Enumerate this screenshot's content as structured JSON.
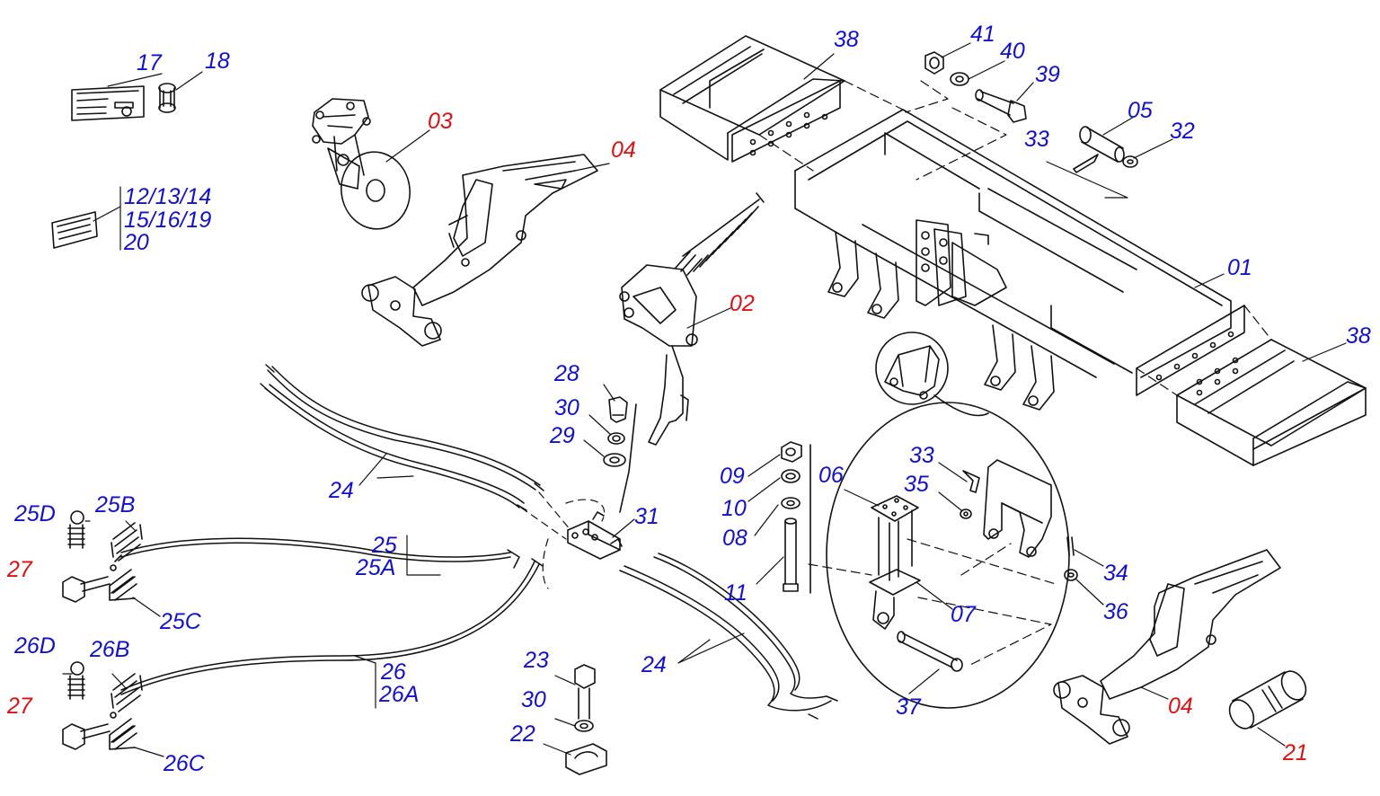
{
  "colors": {
    "blue": "#1111cc",
    "red": "#dd1111",
    "ink": "#111111"
  },
  "labels": [
    {
      "id": "17",
      "text": "17",
      "c": "blue"
    },
    {
      "id": "18",
      "text": "18",
      "c": "blue"
    },
    {
      "id": "03",
      "text": "03",
      "c": "red"
    },
    {
      "id": "04a",
      "text": "04",
      "c": "red"
    },
    {
      "id": "12",
      "text": "12/13/14",
      "c": "blue"
    },
    {
      "id": "15",
      "text": "15/16/19",
      "c": "blue"
    },
    {
      "id": "20",
      "text": "20",
      "c": "blue"
    },
    {
      "id": "38a",
      "text": "38",
      "c": "blue"
    },
    {
      "id": "41",
      "text": "41",
      "c": "blue"
    },
    {
      "id": "40",
      "text": "40",
      "c": "blue"
    },
    {
      "id": "39",
      "text": "39",
      "c": "blue"
    },
    {
      "id": "05",
      "text": "05",
      "c": "blue"
    },
    {
      "id": "32",
      "text": "32",
      "c": "blue"
    },
    {
      "id": "33a",
      "text": "33",
      "c": "blue"
    },
    {
      "id": "01",
      "text": "01",
      "c": "blue"
    },
    {
      "id": "38b",
      "text": "38",
      "c": "blue"
    },
    {
      "id": "02",
      "text": "02",
      "c": "red"
    },
    {
      "id": "28",
      "text": "28",
      "c": "blue"
    },
    {
      "id": "30a",
      "text": "30",
      "c": "blue"
    },
    {
      "id": "29",
      "text": "29",
      "c": "blue"
    },
    {
      "id": "24a",
      "text": "24",
      "c": "blue"
    },
    {
      "id": "31",
      "text": "31",
      "c": "blue"
    },
    {
      "id": "25",
      "text": "25",
      "c": "blue"
    },
    {
      "id": "25A",
      "text": "25A",
      "c": "blue"
    },
    {
      "id": "25D",
      "text": "25D",
      "c": "blue"
    },
    {
      "id": "25B",
      "text": "25B",
      "c": "blue"
    },
    {
      "id": "27a",
      "text": "27",
      "c": "red"
    },
    {
      "id": "25C",
      "text": "25C",
      "c": "blue"
    },
    {
      "id": "26D",
      "text": "26D",
      "c": "blue"
    },
    {
      "id": "26B",
      "text": "26B",
      "c": "blue"
    },
    {
      "id": "27b",
      "text": "27",
      "c": "red"
    },
    {
      "id": "26C",
      "text": "26C",
      "c": "blue"
    },
    {
      "id": "26",
      "text": "26",
      "c": "blue"
    },
    {
      "id": "26A",
      "text": "26A",
      "c": "blue"
    },
    {
      "id": "24b",
      "text": "24",
      "c": "blue"
    },
    {
      "id": "23",
      "text": "23",
      "c": "blue"
    },
    {
      "id": "30b",
      "text": "30",
      "c": "blue"
    },
    {
      "id": "22",
      "text": "22",
      "c": "blue"
    },
    {
      "id": "09",
      "text": "09",
      "c": "blue"
    },
    {
      "id": "10",
      "text": "10",
      "c": "blue"
    },
    {
      "id": "08",
      "text": "08",
      "c": "blue"
    },
    {
      "id": "11",
      "text": "11",
      "c": "blue"
    },
    {
      "id": "06",
      "text": "06",
      "c": "blue"
    },
    {
      "id": "33b",
      "text": "33",
      "c": "blue"
    },
    {
      "id": "35",
      "text": "35",
      "c": "blue"
    },
    {
      "id": "34",
      "text": "34",
      "c": "blue"
    },
    {
      "id": "36",
      "text": "36",
      "c": "blue"
    },
    {
      "id": "07",
      "text": "07",
      "c": "blue"
    },
    {
      "id": "37",
      "text": "37",
      "c": "blue"
    },
    {
      "id": "04b",
      "text": "04",
      "c": "red"
    },
    {
      "id": "21",
      "text": "21",
      "c": "red"
    }
  ]
}
